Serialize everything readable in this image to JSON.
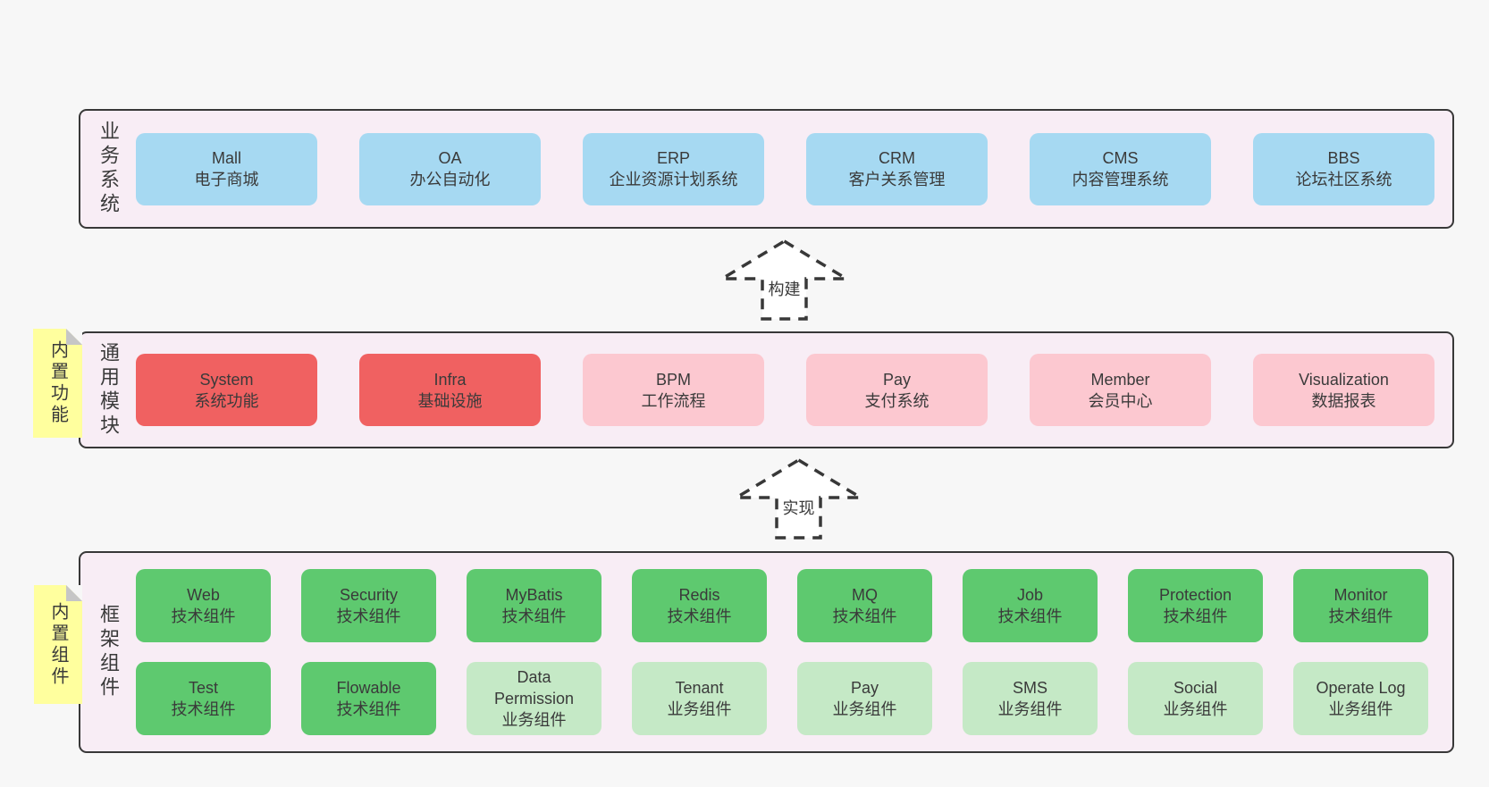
{
  "colors": {
    "page-bg": "#f7f7f7",
    "layer-bg": "#f8edf5",
    "line": "#383838",
    "text": "#3a3a3a",
    "blue": "#a6d9f2",
    "red": "#f06161",
    "pink": "#fcc8d0",
    "green": "#5ec96f",
    "lightgreen": "#c5e9c6",
    "yellow": "#ffff9e",
    "fold": "#c6c6c6"
  },
  "arrows": [
    {
      "label": "构建"
    },
    {
      "label": "实现"
    }
  ],
  "layers": [
    {
      "label": "业务系统",
      "boxes": [
        {
          "title": "Mall",
          "subtitle": "电子商城"
        },
        {
          "title": "OA",
          "subtitle": "办公自动化"
        },
        {
          "title": "ERP",
          "subtitle": "企业资源计划系统"
        },
        {
          "title": "CRM",
          "subtitle": "客户关系管理"
        },
        {
          "title": "CMS",
          "subtitle": "内容管理系统"
        },
        {
          "title": "BBS",
          "subtitle": "论坛社区系统"
        }
      ]
    },
    {
      "label": "通用模块",
      "sticky": "内置功能",
      "boxes": [
        {
          "title": "System",
          "subtitle": "系统功能"
        },
        {
          "title": "Infra",
          "subtitle": "基础设施"
        },
        {
          "title": "BPM",
          "subtitle": "工作流程"
        },
        {
          "title": "Pay",
          "subtitle": "支付系统"
        },
        {
          "title": "Member",
          "subtitle": "会员中心"
        },
        {
          "title": "Visualization",
          "subtitle": "数据报表"
        }
      ]
    },
    {
      "label": "框架组件",
      "sticky": "内置组件",
      "rows": [
        [
          {
            "title": "Web",
            "subtitle": "技术组件"
          },
          {
            "title": "Security",
            "subtitle": "技术组件"
          },
          {
            "title": "MyBatis",
            "subtitle": "技术组件"
          },
          {
            "title": "Redis",
            "subtitle": "技术组件"
          },
          {
            "title": "MQ",
            "subtitle": "技术组件"
          },
          {
            "title": "Job",
            "subtitle": "技术组件"
          },
          {
            "title": "Protection",
            "subtitle": "技术组件"
          },
          {
            "title": "Monitor",
            "subtitle": "技术组件"
          }
        ],
        [
          {
            "title": "Test",
            "subtitle": "技术组件"
          },
          {
            "title": "Flowable",
            "subtitle": "技术组件"
          },
          {
            "title": "Data Permission",
            "subtitle": "业务组件"
          },
          {
            "title": "Tenant",
            "subtitle": "业务组件"
          },
          {
            "title": "Pay",
            "subtitle": "业务组件"
          },
          {
            "title": "SMS",
            "subtitle": "业务组件"
          },
          {
            "title": "Social",
            "subtitle": "业务组件"
          },
          {
            "title": "Operate Log",
            "subtitle": "业务组件"
          }
        ]
      ]
    }
  ]
}
